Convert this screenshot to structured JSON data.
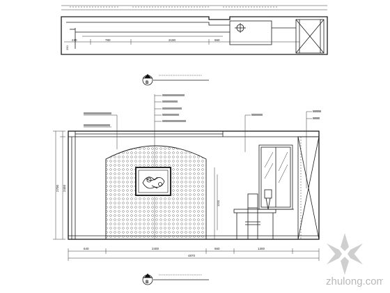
{
  "plan": {
    "dimensions_bottom": [
      "240",
      "780",
      "2190",
      "660"
    ]
  },
  "section_marker": {
    "letter": "B"
  },
  "elevation": {
    "dimensions_bottom": [
      "640",
      "2400",
      "660",
      "1300"
    ],
    "dimension_overall": "4870",
    "dimensions_left": [
      "2700",
      "2450"
    ]
  },
  "elevation_marker": {
    "letter": "B"
  },
  "watermark": {
    "text": "zhulong.com"
  }
}
